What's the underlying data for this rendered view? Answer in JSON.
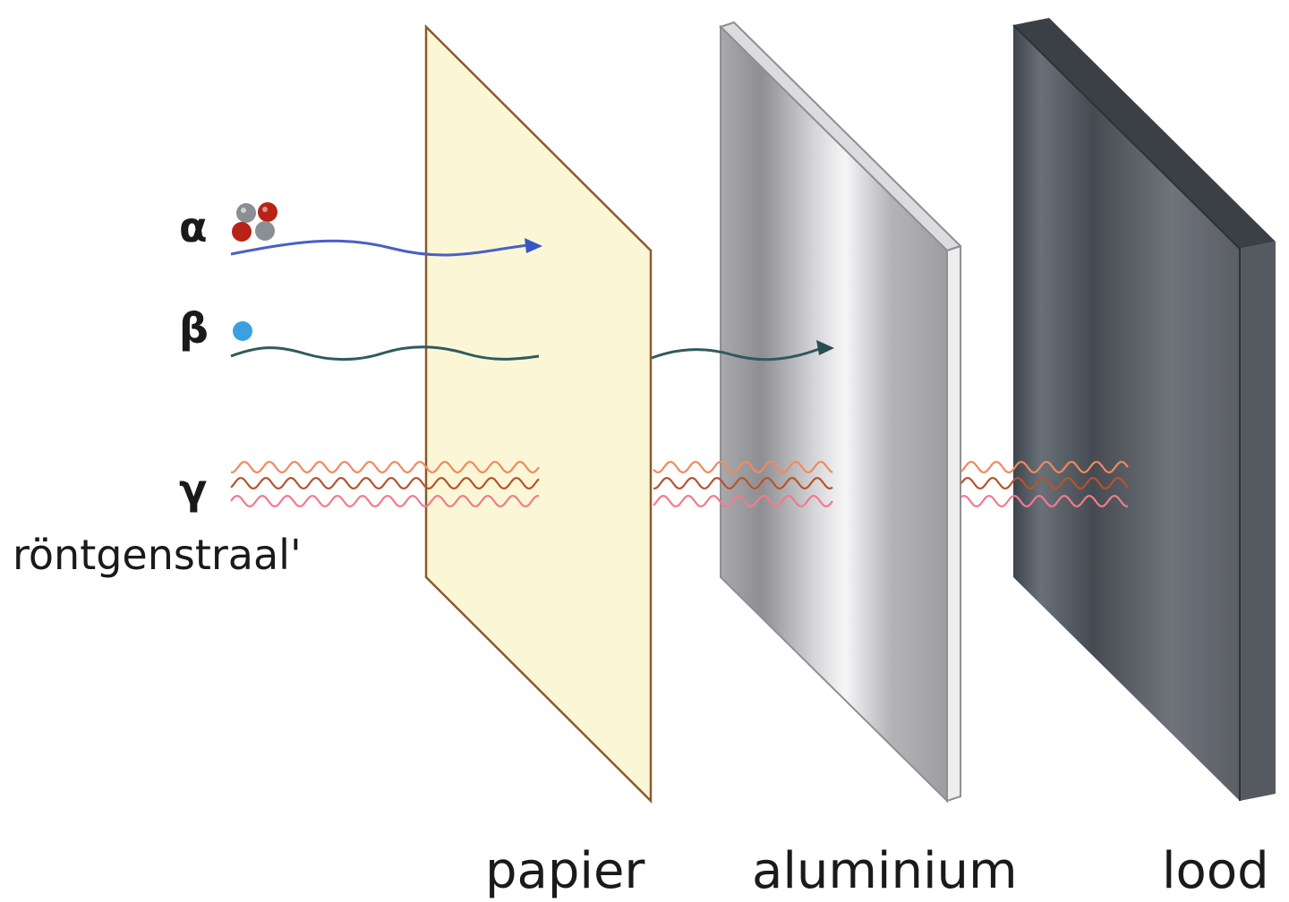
{
  "rays": {
    "alpha": {
      "symbol": "α",
      "color": "#4a5fc4",
      "particle_colors": [
        "#b82318",
        "#8a8f94"
      ]
    },
    "beta": {
      "symbol": "β",
      "color": "#2f5a5e",
      "particle_color": "#3ca0e0"
    },
    "gamma": {
      "symbol": "γ",
      "xray": "röntgenstraal'",
      "colors": [
        "#f08a5d",
        "#b5542e",
        "#f27a8e"
      ]
    }
  },
  "materials": {
    "paper": {
      "label": "papier",
      "fill": "#fbf7d6",
      "edge": "#8a5a2e"
    },
    "aluminium": {
      "label": "aluminium",
      "fill": "#c9c9cc"
    },
    "lead": {
      "label": "lood",
      "fill": "#4c5259"
    }
  }
}
